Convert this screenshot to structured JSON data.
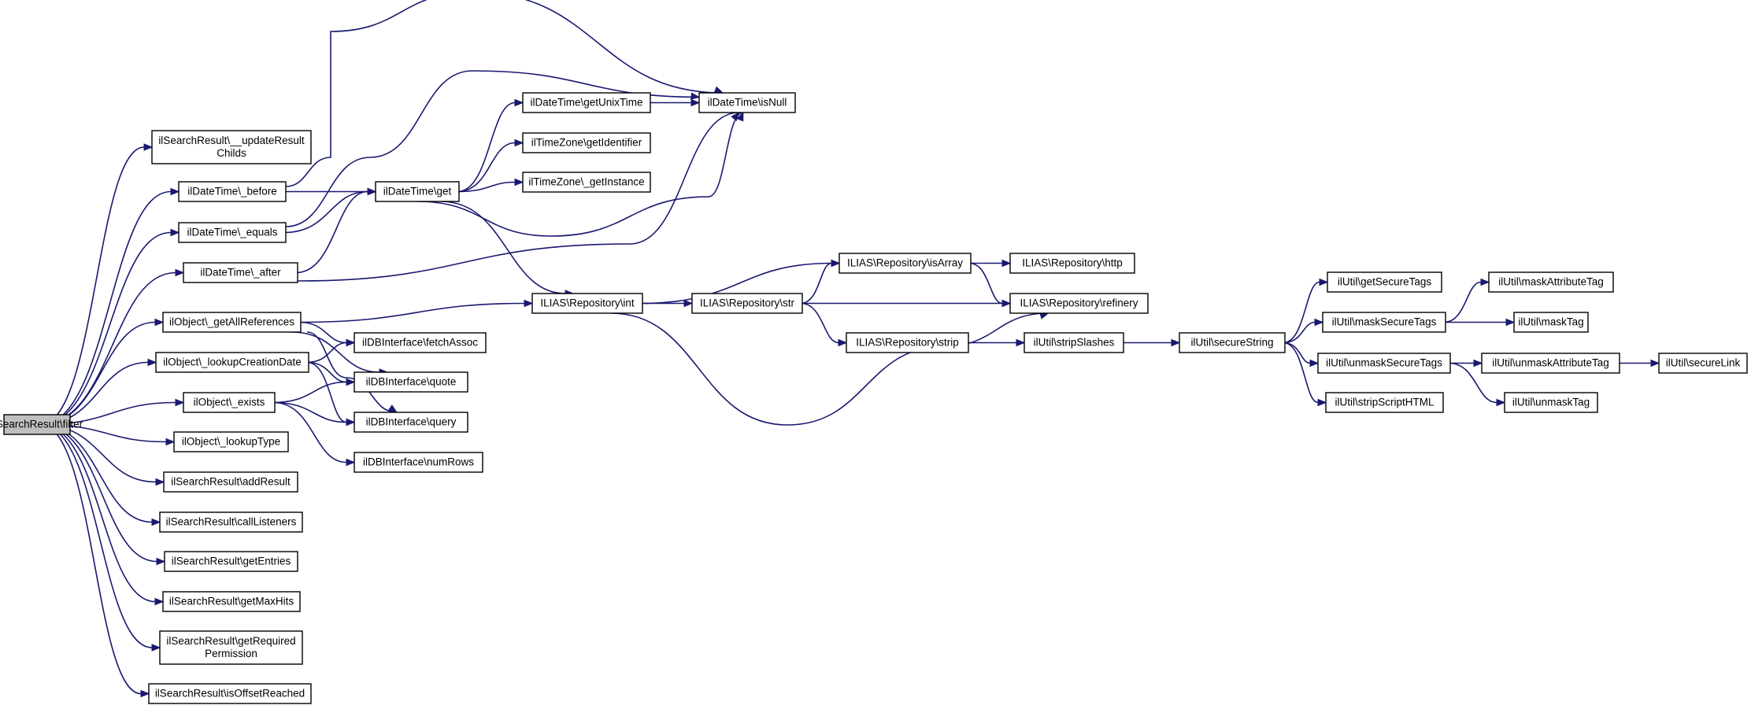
{
  "colors": {
    "edge": "#191970",
    "node_border": "#000000",
    "root_fill": "#bfbfbf",
    "node_fill": "#ffffff"
  },
  "nodes": [
    {
      "id": "filter",
      "lines": [
        "ilSearchResult\\filter"
      ]
    },
    {
      "id": "updateResultChilds",
      "lines": [
        "ilSearchResult\\__updateResult",
        "Childs"
      ]
    },
    {
      "id": "dt_before",
      "lines": [
        "ilDateTime\\_before"
      ]
    },
    {
      "id": "dt_equals",
      "lines": [
        "ilDateTime\\_equals"
      ]
    },
    {
      "id": "dt_after",
      "lines": [
        "ilDateTime\\_after"
      ]
    },
    {
      "id": "obj_getAllReferences",
      "lines": [
        "ilObject\\_getAllReferences"
      ]
    },
    {
      "id": "obj_lookupCreationDate",
      "lines": [
        "ilObject\\_lookupCreationDate"
      ]
    },
    {
      "id": "obj_exists",
      "lines": [
        "ilObject\\_exists"
      ]
    },
    {
      "id": "obj_lookupType",
      "lines": [
        "ilObject\\_lookupType"
      ]
    },
    {
      "id": "sr_addResult",
      "lines": [
        "ilSearchResult\\addResult"
      ]
    },
    {
      "id": "sr_callListeners",
      "lines": [
        "ilSearchResult\\callListeners"
      ]
    },
    {
      "id": "sr_getEntries",
      "lines": [
        "ilSearchResult\\getEntries"
      ]
    },
    {
      "id": "sr_getMaxHits",
      "lines": [
        "ilSearchResult\\getMaxHits"
      ]
    },
    {
      "id": "sr_getRequiredPermission",
      "lines": [
        "ilSearchResult\\getRequired",
        "Permission"
      ]
    },
    {
      "id": "sr_isOffsetReached",
      "lines": [
        "ilSearchResult\\isOffsetReached"
      ]
    },
    {
      "id": "dt_get",
      "lines": [
        "ilDateTime\\get"
      ]
    },
    {
      "id": "db_fetchAssoc",
      "lines": [
        "ilDBInterface\\fetchAssoc"
      ]
    },
    {
      "id": "db_quote",
      "lines": [
        "ilDBInterface\\quote"
      ]
    },
    {
      "id": "db_query",
      "lines": [
        "ilDBInterface\\query"
      ]
    },
    {
      "id": "db_numRows",
      "lines": [
        "ilDBInterface\\numRows"
      ]
    },
    {
      "id": "dt_getUnixTime",
      "lines": [
        "ilDateTime\\getUnixTime"
      ]
    },
    {
      "id": "tz_getIdentifier",
      "lines": [
        "ilTimeZone\\getIdentifier"
      ]
    },
    {
      "id": "tz_getInstance",
      "lines": [
        "ilTimeZone\\_getInstance"
      ]
    },
    {
      "id": "dt_isNull",
      "lines": [
        "ilDateTime\\isNull"
      ]
    },
    {
      "id": "repo_int",
      "lines": [
        "ILIAS\\Repository\\int"
      ]
    },
    {
      "id": "repo_str",
      "lines": [
        "ILIAS\\Repository\\str"
      ]
    },
    {
      "id": "repo_isArray",
      "lines": [
        "ILIAS\\Repository\\isArray"
      ]
    },
    {
      "id": "repo_strip",
      "lines": [
        "ILIAS\\Repository\\strip"
      ]
    },
    {
      "id": "repo_http",
      "lines": [
        "ILIAS\\Repository\\http"
      ]
    },
    {
      "id": "repo_refinery",
      "lines": [
        "ILIAS\\Repository\\refinery"
      ]
    },
    {
      "id": "util_stripSlashes",
      "lines": [
        "ilUtil\\stripSlashes"
      ]
    },
    {
      "id": "util_secureString",
      "lines": [
        "ilUtil\\secureString"
      ]
    },
    {
      "id": "util_getSecureTags",
      "lines": [
        "ilUtil\\getSecureTags"
      ]
    },
    {
      "id": "util_maskSecureTags",
      "lines": [
        "ilUtil\\maskSecureTags"
      ]
    },
    {
      "id": "util_unmaskSecureTags",
      "lines": [
        "ilUtil\\unmaskSecureTags"
      ]
    },
    {
      "id": "util_stripScriptHTML",
      "lines": [
        "ilUtil\\stripScriptHTML"
      ]
    },
    {
      "id": "util_maskAttributeTag",
      "lines": [
        "ilUtil\\maskAttributeTag"
      ]
    },
    {
      "id": "util_maskTag",
      "lines": [
        "ilUtil\\maskTag"
      ]
    },
    {
      "id": "util_unmaskAttributeTag",
      "lines": [
        "ilUtil\\unmaskAttributeTag"
      ]
    },
    {
      "id": "util_unmaskTag",
      "lines": [
        "ilUtil\\unmaskTag"
      ]
    },
    {
      "id": "util_secureLink",
      "lines": [
        "ilUtil\\secureLink"
      ]
    }
  ],
  "edges": [
    [
      "filter",
      "updateResultChilds"
    ],
    [
      "filter",
      "dt_before"
    ],
    [
      "filter",
      "dt_equals"
    ],
    [
      "filter",
      "dt_after"
    ],
    [
      "filter",
      "obj_getAllReferences"
    ],
    [
      "filter",
      "obj_lookupCreationDate"
    ],
    [
      "filter",
      "obj_exists"
    ],
    [
      "filter",
      "obj_lookupType"
    ],
    [
      "filter",
      "sr_addResult"
    ],
    [
      "filter",
      "sr_callListeners"
    ],
    [
      "filter",
      "sr_getEntries"
    ],
    [
      "filter",
      "sr_getMaxHits"
    ],
    [
      "filter",
      "sr_getRequiredPermission"
    ],
    [
      "filter",
      "sr_isOffsetReached"
    ],
    [
      "dt_before",
      "dt_get"
    ],
    [
      "dt_before",
      "dt_isNull"
    ],
    [
      "dt_equals",
      "dt_get"
    ],
    [
      "dt_equals",
      "dt_isNull"
    ],
    [
      "dt_after",
      "dt_get"
    ],
    [
      "dt_after",
      "dt_isNull"
    ],
    [
      "obj_getAllReferences",
      "repo_int"
    ],
    [
      "obj_getAllReferences",
      "db_fetchAssoc"
    ],
    [
      "obj_getAllReferences",
      "db_quote"
    ],
    [
      "obj_getAllReferences",
      "db_query"
    ],
    [
      "obj_lookupCreationDate",
      "db_fetchAssoc"
    ],
    [
      "obj_lookupCreationDate",
      "db_quote"
    ],
    [
      "obj_lookupCreationDate",
      "db_query"
    ],
    [
      "obj_exists",
      "db_quote"
    ],
    [
      "obj_exists",
      "db_query"
    ],
    [
      "obj_exists",
      "db_numRows"
    ],
    [
      "dt_get",
      "dt_getUnixTime"
    ],
    [
      "dt_get",
      "tz_getIdentifier"
    ],
    [
      "dt_get",
      "tz_getInstance"
    ],
    [
      "dt_get",
      "dt_isNull"
    ],
    [
      "dt_get",
      "repo_int"
    ],
    [
      "dt_getUnixTime",
      "dt_isNull"
    ],
    [
      "repo_int",
      "repo_str"
    ],
    [
      "repo_int",
      "repo_isArray"
    ],
    [
      "repo_int",
      "repo_refinery"
    ],
    [
      "repo_str",
      "repo_isArray"
    ],
    [
      "repo_str",
      "repo_refinery"
    ],
    [
      "repo_str",
      "repo_strip"
    ],
    [
      "repo_isArray",
      "repo_http"
    ],
    [
      "repo_isArray",
      "repo_refinery"
    ],
    [
      "repo_strip",
      "util_stripSlashes"
    ],
    [
      "util_stripSlashes",
      "util_secureString"
    ],
    [
      "util_secureString",
      "util_getSecureTags"
    ],
    [
      "util_secureString",
      "util_maskSecureTags"
    ],
    [
      "util_secureString",
      "util_unmaskSecureTags"
    ],
    [
      "util_secureString",
      "util_stripScriptHTML"
    ],
    [
      "util_maskSecureTags",
      "util_maskAttributeTag"
    ],
    [
      "util_maskSecureTags",
      "util_maskTag"
    ],
    [
      "util_unmaskSecureTags",
      "util_unmaskAttributeTag"
    ],
    [
      "util_unmaskSecureTags",
      "util_unmaskTag"
    ],
    [
      "util_unmaskAttributeTag",
      "util_secureLink"
    ]
  ]
}
